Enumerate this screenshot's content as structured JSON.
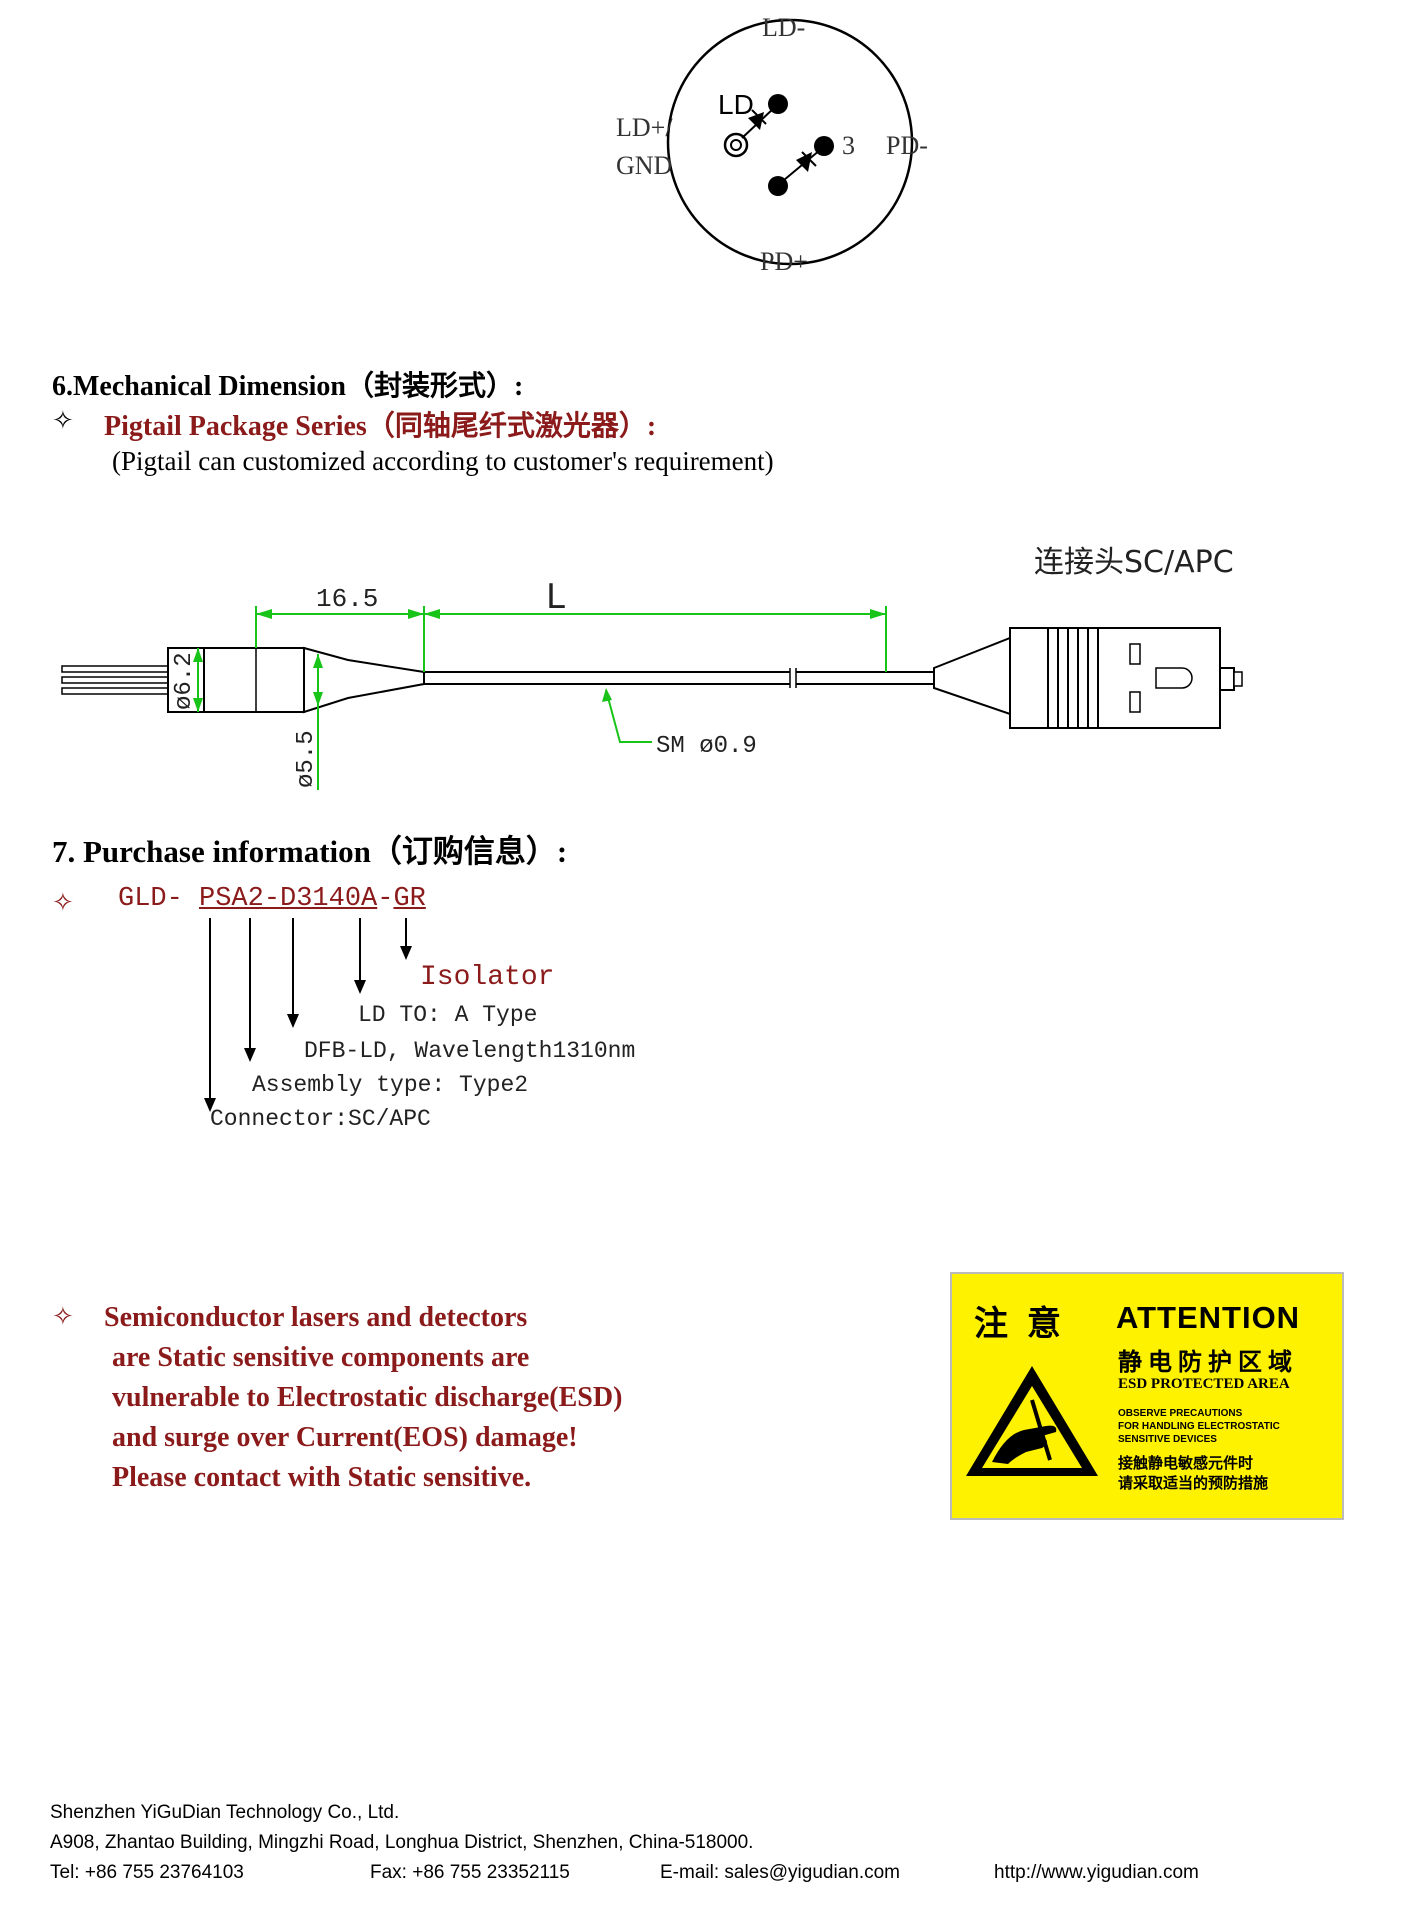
{
  "pinout": {
    "ld_minus": "LD-",
    "ld_plus_gnd_1": "LD+/",
    "ld_plus_gnd_2": "GND",
    "pd_minus": "PD-",
    "pd_plus": "PD+",
    "ld_label": "LD",
    "pin3_label": "3"
  },
  "section6": {
    "title": "6.Mechanical Dimension（封装形式）:",
    "bullet": "✧",
    "subtitle": "Pigtail Package Series（同轴尾纤式激光器）:",
    "note": "(Pigtail can customized according to customer's requirement)"
  },
  "drawing": {
    "connector_label": "连接头SC/APC",
    "dim_16_5": "16.5",
    "dim_L": "L",
    "dim_d6_2": "ø6.2",
    "dim_d5_5": "ø5.5",
    "fiber_label": "SM ø0.9"
  },
  "section7": {
    "title": "7. Purchase information（订购信息）:",
    "bullet": "✧",
    "code_prefix": "GLD-",
    "code_part1": "PSA2-D3140A",
    "code_dash": "-",
    "code_part2": "GR",
    "isolator": "Isolator",
    "ld_to": "LD TO: A Type",
    "dfb": "DFB-LD, Wavelength1310nm",
    "assembly": "Assembly type: Type2",
    "connector": "Connector:SC/APC"
  },
  "warning": {
    "bullet": "✧",
    "lines": [
      "Semiconductor lasers and detectors",
      "are Static sensitive components are",
      "vulnerable to Electrostatic discharge(ESD)",
      "and surge over Current(EOS) damage!",
      "Please contact with Static sensitive."
    ]
  },
  "esd_label": {
    "cn_attention": "注  意",
    "attention": "ATTENTION",
    "cn_area": "静电防护区域",
    "esd_area": "ESD PROTECTED AREA",
    "observe_1": "OBSERVE PRECAUTIONS",
    "observe_2": "FOR HANDLING ELECTROSTATIC",
    "observe_3": "SENSITIVE DEVICES",
    "cn_line1": "接触静电敏感元件时",
    "cn_line2": "请采取适当的预防措施",
    "bg": "#fff200"
  },
  "footer": {
    "company": "Shenzhen  YiGuDian  Technology  Co.,  Ltd.",
    "address": "A908,  Zhantao Building,  Mingzhi Road,  Longhua District,  Shenzhen,  China-518000.",
    "tel": "Tel:  +86  755  23764103",
    "fax": "Fax:  +86  755  23352115",
    "email": "E-mail:  sales@yigudian.com",
    "web": "http://www.yigudian.com"
  }
}
